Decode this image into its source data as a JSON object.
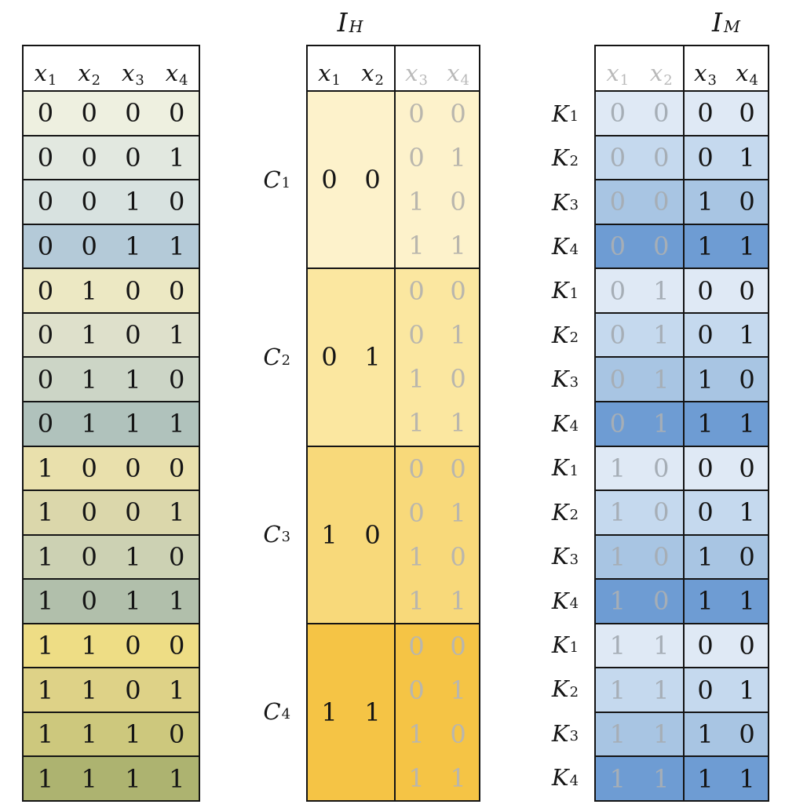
{
  "page": {
    "background": "#ffffff",
    "grid_color": "#141414",
    "text_color": "#151515"
  },
  "colors": {
    "gray_header_text": "#b9b9b9",
    "gray_text_on_yellow": "#b9b6ad",
    "gray_text_on_blue": "#a6aeb6"
  },
  "left_table": {
    "headers": [
      {
        "base": "x",
        "sub": "1"
      },
      {
        "base": "x",
        "sub": "2"
      },
      {
        "base": "x",
        "sub": "3"
      },
      {
        "base": "x",
        "sub": "4"
      }
    ],
    "rows": [
      {
        "values": [
          "0",
          "0",
          "0",
          "0"
        ],
        "color": "#eef0e0"
      },
      {
        "values": [
          "0",
          "0",
          "0",
          "1"
        ],
        "color": "#e2e8e0"
      },
      {
        "values": [
          "0",
          "0",
          "1",
          "0"
        ],
        "color": "#d8e2e0"
      },
      {
        "values": [
          "0",
          "0",
          "1",
          "1"
        ],
        "color": "#b4cad8"
      },
      {
        "values": [
          "0",
          "1",
          "0",
          "0"
        ],
        "color": "#ece8c3"
      },
      {
        "values": [
          "0",
          "1",
          "0",
          "1"
        ],
        "color": "#dee0cb"
      },
      {
        "values": [
          "0",
          "1",
          "1",
          "0"
        ],
        "color": "#ccd5c6"
      },
      {
        "values": [
          "0",
          "1",
          "1",
          "1"
        ],
        "color": "#b0c2bc"
      },
      {
        "values": [
          "1",
          "0",
          "0",
          "0"
        ],
        "color": "#e9e0ac"
      },
      {
        "values": [
          "1",
          "0",
          "0",
          "1"
        ],
        "color": "#dbd7ab"
      },
      {
        "values": [
          "1",
          "0",
          "1",
          "0"
        ],
        "color": "#ccd1b3"
      },
      {
        "values": [
          "1",
          "0",
          "1",
          "1"
        ],
        "color": "#b1bfab"
      },
      {
        "values": [
          "1",
          "1",
          "0",
          "0"
        ],
        "color": "#eedd85"
      },
      {
        "values": [
          "1",
          "1",
          "0",
          "1"
        ],
        "color": "#ded287"
      },
      {
        "values": [
          "1",
          "1",
          "1",
          "0"
        ],
        "color": "#cdc87d"
      },
      {
        "values": [
          "1",
          "1",
          "1",
          "1"
        ],
        "color": "#adb370"
      }
    ]
  },
  "middle_table": {
    "title": {
      "base": "I",
      "sub": "H"
    },
    "headers_left": [
      {
        "base": "x",
        "sub": "1"
      },
      {
        "base": "x",
        "sub": "2"
      }
    ],
    "headers_right": [
      {
        "base": "x",
        "sub": "3"
      },
      {
        "base": "x",
        "sub": "4"
      }
    ],
    "blocks": [
      {
        "label": {
          "base": "C",
          "sub": "1"
        },
        "primary": [
          "0",
          "0"
        ],
        "secondary": [
          [
            "0",
            "0"
          ],
          [
            "0",
            "1"
          ],
          [
            "1",
            "0"
          ],
          [
            "1",
            "1"
          ]
        ],
        "color": "#fdf2cb"
      },
      {
        "label": {
          "base": "C",
          "sub": "2"
        },
        "primary": [
          "0",
          "1"
        ],
        "secondary": [
          [
            "0",
            "0"
          ],
          [
            "0",
            "1"
          ],
          [
            "1",
            "0"
          ],
          [
            "1",
            "1"
          ]
        ],
        "color": "#fbe7a0"
      },
      {
        "label": {
          "base": "C",
          "sub": "3"
        },
        "primary": [
          "1",
          "0"
        ],
        "secondary": [
          [
            "0",
            "0"
          ],
          [
            "0",
            "1"
          ],
          [
            "1",
            "0"
          ],
          [
            "1",
            "1"
          ]
        ],
        "color": "#f8d97a"
      },
      {
        "label": {
          "base": "C",
          "sub": "4"
        },
        "primary": [
          "1",
          "1"
        ],
        "secondary": [
          [
            "0",
            "0"
          ],
          [
            "0",
            "1"
          ],
          [
            "1",
            "0"
          ],
          [
            "1",
            "1"
          ]
        ],
        "color": "#f5c445"
      }
    ]
  },
  "right_table": {
    "title": {
      "base": "I",
      "sub": "M"
    },
    "headers_left": [
      {
        "base": "x",
        "sub": "1"
      },
      {
        "base": "x",
        "sub": "2"
      }
    ],
    "headers_right": [
      {
        "base": "x",
        "sub": "3"
      },
      {
        "base": "x",
        "sub": "4"
      }
    ],
    "rows": [
      {
        "label": {
          "base": "K",
          "sub": "1"
        },
        "primary": [
          "0",
          "0"
        ],
        "secondary": [
          "0",
          "0"
        ],
        "color": "#dfe9f5"
      },
      {
        "label": {
          "base": "K",
          "sub": "2"
        },
        "primary": [
          "0",
          "0"
        ],
        "secondary": [
          "0",
          "1"
        ],
        "color": "#c5d9ee"
      },
      {
        "label": {
          "base": "K",
          "sub": "3"
        },
        "primary": [
          "0",
          "0"
        ],
        "secondary": [
          "1",
          "0"
        ],
        "color": "#a8c5e3"
      },
      {
        "label": {
          "base": "K",
          "sub": "4"
        },
        "primary": [
          "0",
          "0"
        ],
        "secondary": [
          "1",
          "1"
        ],
        "color": "#6e9cd3"
      },
      {
        "label": {
          "base": "K",
          "sub": "1"
        },
        "primary": [
          "0",
          "1"
        ],
        "secondary": [
          "0",
          "0"
        ],
        "color": "#dfe9f5"
      },
      {
        "label": {
          "base": "K",
          "sub": "2"
        },
        "primary": [
          "0",
          "1"
        ],
        "secondary": [
          "0",
          "1"
        ],
        "color": "#c5d9ee"
      },
      {
        "label": {
          "base": "K",
          "sub": "3"
        },
        "primary": [
          "0",
          "1"
        ],
        "secondary": [
          "1",
          "0"
        ],
        "color": "#a8c5e3"
      },
      {
        "label": {
          "base": "K",
          "sub": "4"
        },
        "primary": [
          "0",
          "1"
        ],
        "secondary": [
          "1",
          "1"
        ],
        "color": "#6e9cd3"
      },
      {
        "label": {
          "base": "K",
          "sub": "1"
        },
        "primary": [
          "1",
          "0"
        ],
        "secondary": [
          "0",
          "0"
        ],
        "color": "#dfe9f5"
      },
      {
        "label": {
          "base": "K",
          "sub": "2"
        },
        "primary": [
          "1",
          "0"
        ],
        "secondary": [
          "0",
          "1"
        ],
        "color": "#c5d9ee"
      },
      {
        "label": {
          "base": "K",
          "sub": "3"
        },
        "primary": [
          "1",
          "0"
        ],
        "secondary": [
          "1",
          "0"
        ],
        "color": "#a8c5e3"
      },
      {
        "label": {
          "base": "K",
          "sub": "4"
        },
        "primary": [
          "1",
          "0"
        ],
        "secondary": [
          "1",
          "1"
        ],
        "color": "#6e9cd3"
      },
      {
        "label": {
          "base": "K",
          "sub": "1"
        },
        "primary": [
          "1",
          "1"
        ],
        "secondary": [
          "0",
          "0"
        ],
        "color": "#dfe9f5"
      },
      {
        "label": {
          "base": "K",
          "sub": "2"
        },
        "primary": [
          "1",
          "1"
        ],
        "secondary": [
          "0",
          "1"
        ],
        "color": "#c5d9ee"
      },
      {
        "label": {
          "base": "K",
          "sub": "3"
        },
        "primary": [
          "1",
          "1"
        ],
        "secondary": [
          "1",
          "0"
        ],
        "color": "#a8c5e3"
      },
      {
        "label": {
          "base": "K",
          "sub": "4"
        },
        "primary": [
          "1",
          "1"
        ],
        "secondary": [
          "1",
          "1"
        ],
        "color": "#6e9cd3"
      }
    ]
  }
}
